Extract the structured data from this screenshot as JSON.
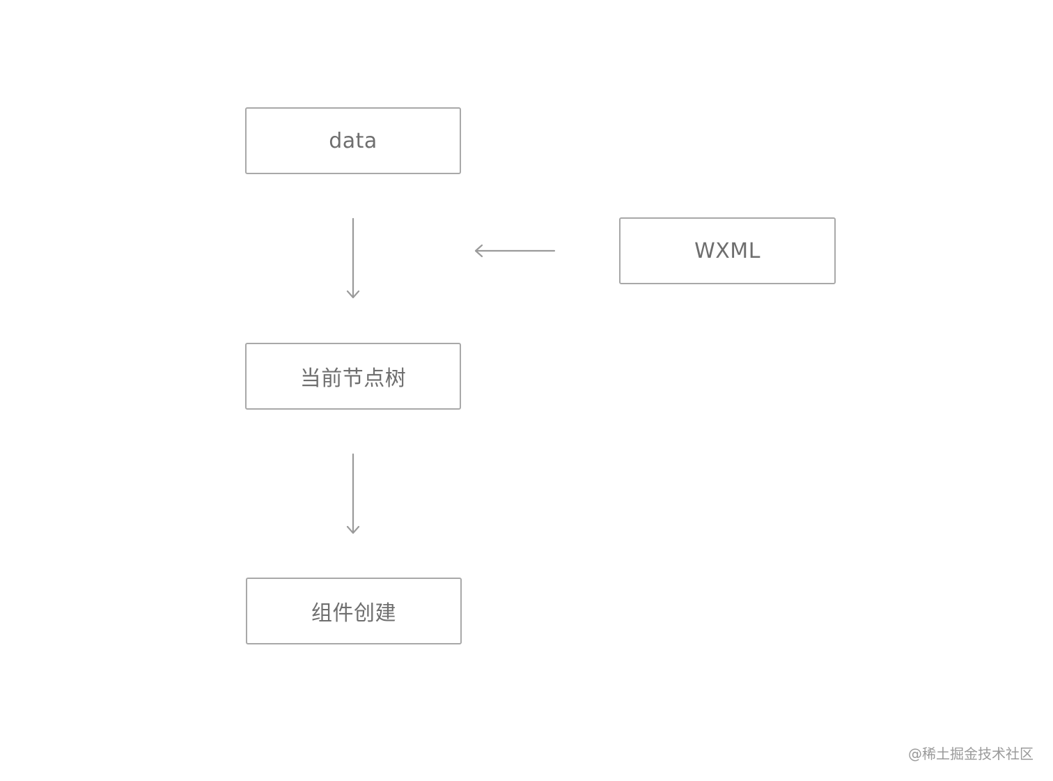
{
  "diagram": {
    "nodes": [
      {
        "id": "data",
        "label": "data"
      },
      {
        "id": "wxml",
        "label": "WXML"
      },
      {
        "id": "tree",
        "label": "当前节点树"
      },
      {
        "id": "create",
        "label": "组件创建"
      }
    ],
    "edges": [
      {
        "from": "data",
        "to": "tree"
      },
      {
        "from": "wxml",
        "to": "tree"
      },
      {
        "from": "tree",
        "to": "create"
      }
    ],
    "colors": {
      "border": "#a8a8a8",
      "text": "#6e6e6e",
      "arrow": "#9a9a9a",
      "background": "#ffffff"
    }
  },
  "watermark": "@稀土掘金技术社区"
}
